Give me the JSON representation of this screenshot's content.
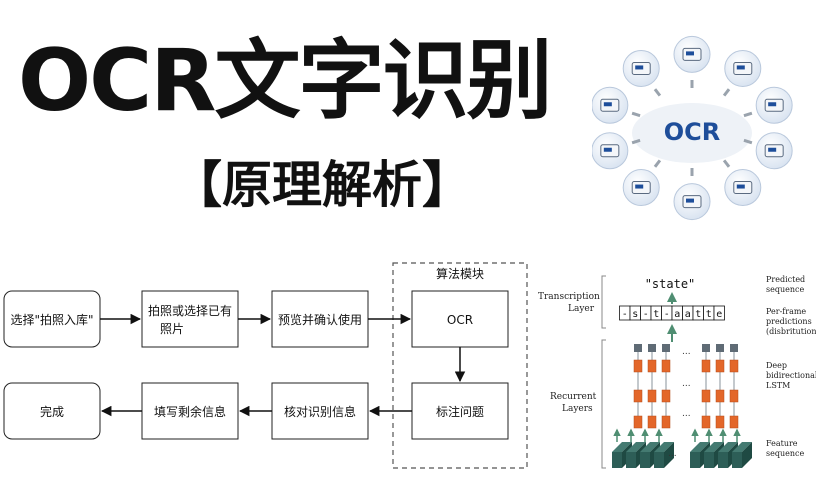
{
  "header": {
    "title": "OCR文字识别",
    "subtitle": "【原理解析】"
  },
  "ocr_wheel": {
    "center_label": "OCR",
    "accent": "#1e4e9a",
    "icons": [
      "scanner-icon",
      "camera-icon",
      "printer-icon",
      "document-scanner-icon",
      "keyboard-icon",
      "monitor-icon",
      "book-icon",
      "fax-icon",
      "receipt-printer-icon",
      "display-icon"
    ]
  },
  "flowchart": {
    "module_label": "算法模块",
    "nodes": {
      "select": "选择\"拍照入库\"",
      "photo": "拍照或选择已有",
      "photo_line2": "照片",
      "preview": "预览并确认使用",
      "ocr": "OCR",
      "annotate": "标注问题",
      "verify": "核对识别信息",
      "fill": "填写剩余信息",
      "done": "完成"
    }
  },
  "crnn": {
    "state_label": "\"state\"",
    "sequence_chars": [
      "-",
      "s",
      "-",
      "t",
      "-",
      "a",
      "a",
      "t",
      "t",
      "e"
    ],
    "layers": {
      "transcription": [
        "Transcription",
        "Layer"
      ],
      "recurrent": [
        "Recurrent",
        "Layers"
      ]
    },
    "annotations": {
      "predicted": [
        "Predicted",
        "sequence"
      ],
      "perframe": [
        "Per-frame",
        "predictions",
        "(disbritutions)"
      ],
      "lstm": [
        "Deep",
        "bidirectional",
        "LSTM"
      ],
      "feature": [
        "Feature",
        "sequence"
      ]
    },
    "ellipsis": "...",
    "colors": {
      "lstm_cell": "#e3672a",
      "column": "#5f6b75",
      "feature_block": "#2d5e57",
      "arrow": "#4f8e72"
    }
  }
}
